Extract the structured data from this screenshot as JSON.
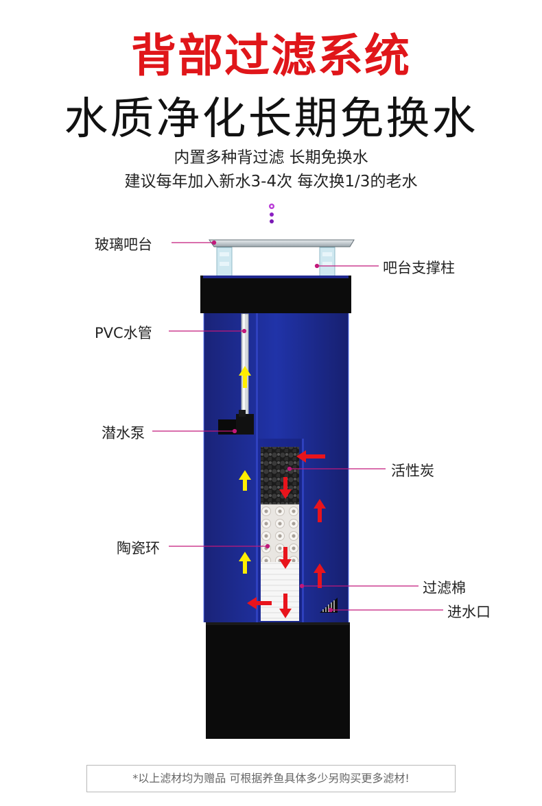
{
  "title": "背部过滤系统",
  "subtitle": "水质净化长期免换水",
  "description": {
    "line1": "内置多种背过滤 长期免换水",
    "line2": "建议每年加入新水3-4次 每次换1/3的老水"
  },
  "labels": {
    "glass_top": "玻璃吧台",
    "top_support": "吧台支撑柱",
    "pvc_pipe": "PVC水管",
    "pump": "潜水泵",
    "carbon": "活性炭",
    "ceramic_rings": "陶瓷环",
    "filter_cotton": "过滤棉",
    "water_inlet": "进水口"
  },
  "footer_note": "*以上滤材均为赠品 可根据养鱼具体多少另购买更多滤材!",
  "colors": {
    "title": "#e0161a",
    "leader_line": "#c2187a",
    "water": "#1c2a8c",
    "flow_up": "#ffee00",
    "flow_red": "#e8141c"
  }
}
